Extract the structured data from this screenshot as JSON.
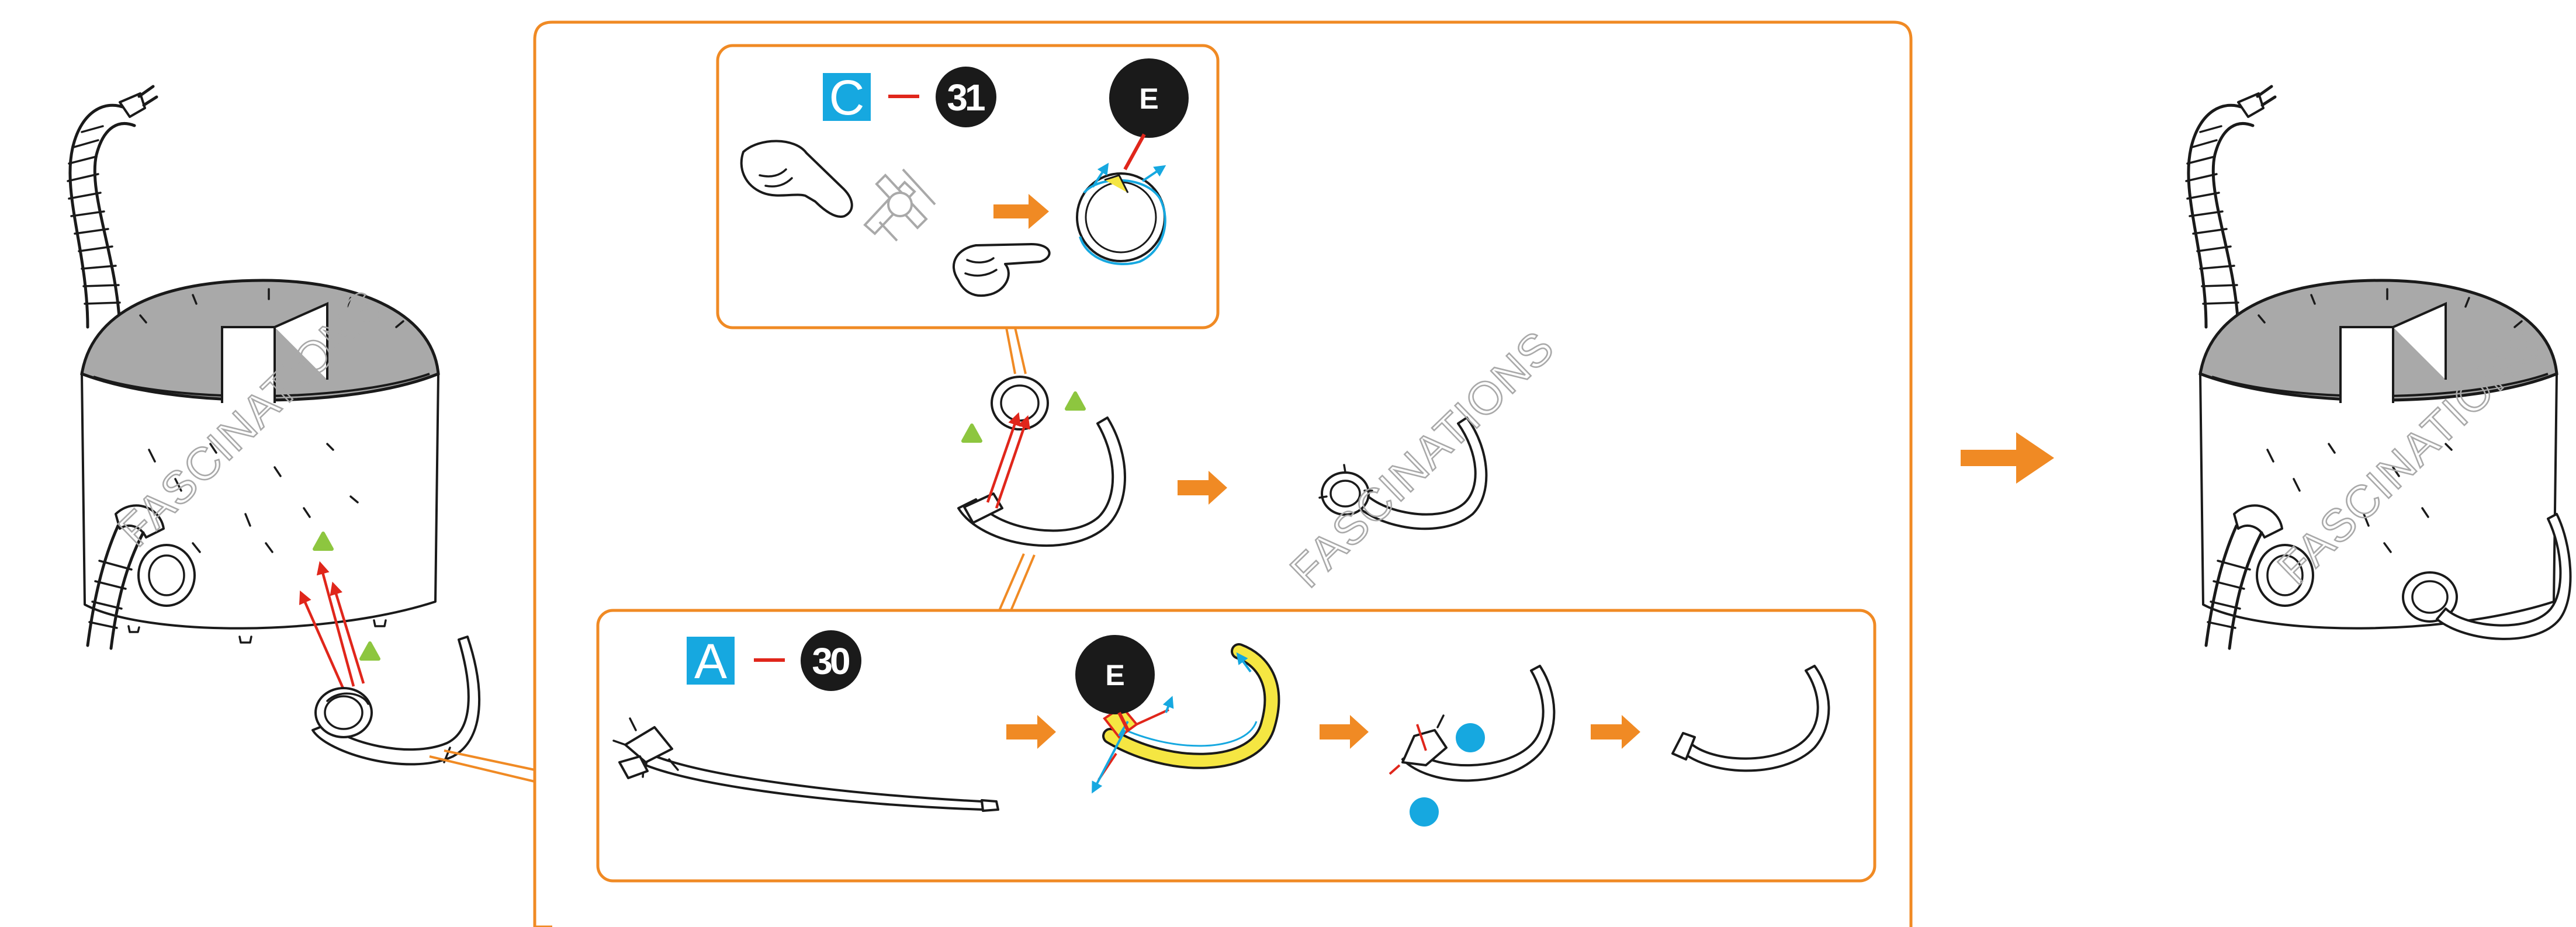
{
  "watermark": "FASCINATIONS",
  "step_c": {
    "letter": "C",
    "number": "31"
  },
  "step_a": {
    "letter": "A",
    "number": "30"
  },
  "badge_label": "E",
  "colors": {
    "orange": "#f08a24",
    "cyan": "#16a8e0",
    "green": "#8dc63f",
    "red": "#e0261b",
    "yellow": "#f5e642",
    "black": "#1a1a1a",
    "panel_grey": "#a9a9a9"
  },
  "icons": [
    "pointing-hand-icon",
    "orange-arrow-icon",
    "green-triangle-icon",
    "blue-dot-icon",
    "red-arrow-icon"
  ]
}
